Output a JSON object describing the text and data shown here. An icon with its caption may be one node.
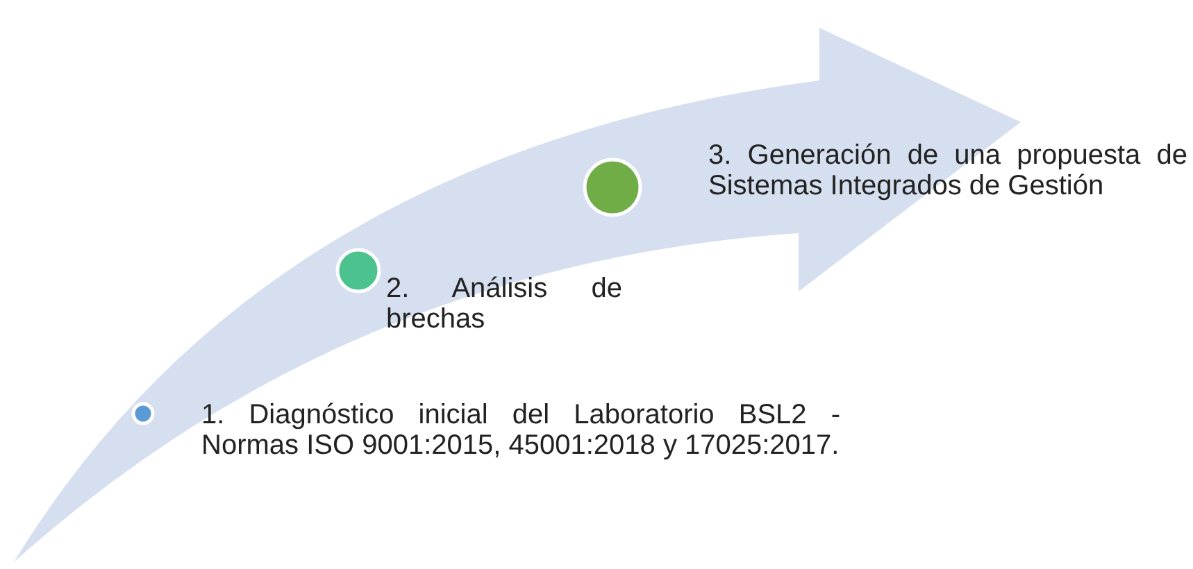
{
  "diagram": {
    "nodes": [
      {
        "text": [],
        "shape": "circle",
        "beside": [
          "1. Diagnóstico inicial del Laboratorio BSL2 - Normas ISO 9001:2015, 45001:2018 y 17025:2017."
        ]
      },
      {
        "text": [],
        "shape": "circle",
        "beside": [
          "2. Análisis de brechas"
        ]
      },
      {
        "text": [],
        "shape": "circle",
        "beside": [
          "3. Generación de una propuesta de Sistemas Integrados de Gestión"
        ]
      }
    ],
    "edges": []
  }
}
